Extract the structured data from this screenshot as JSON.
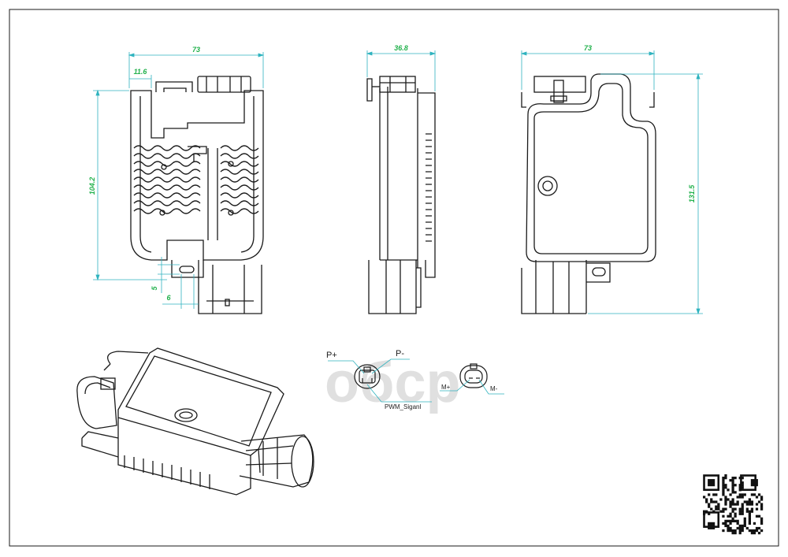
{
  "colors": {
    "line": "#1a1a1a",
    "dimension": "#2fb3bf",
    "dimension_text": "#22b14c",
    "watermark": "#c8c8c8",
    "background": "#ffffff"
  },
  "front_view": {
    "width": "73",
    "offset_top": "11.6",
    "height": "104.2",
    "slot_height": "5",
    "slot_width": "6"
  },
  "side_view": {
    "depth": "36.8"
  },
  "back_view": {
    "width": "73",
    "total_height": "131.5"
  },
  "connector_pinout": {
    "main": {
      "p_plus": "P+",
      "p_minus": "P-",
      "signal": "PWM_Siganl"
    },
    "motor": {
      "m_plus": "M+",
      "m_minus": "M-"
    }
  },
  "watermark": {
    "text": "oбcp"
  },
  "qr_code": {
    "icon": "qr-code-icon"
  }
}
